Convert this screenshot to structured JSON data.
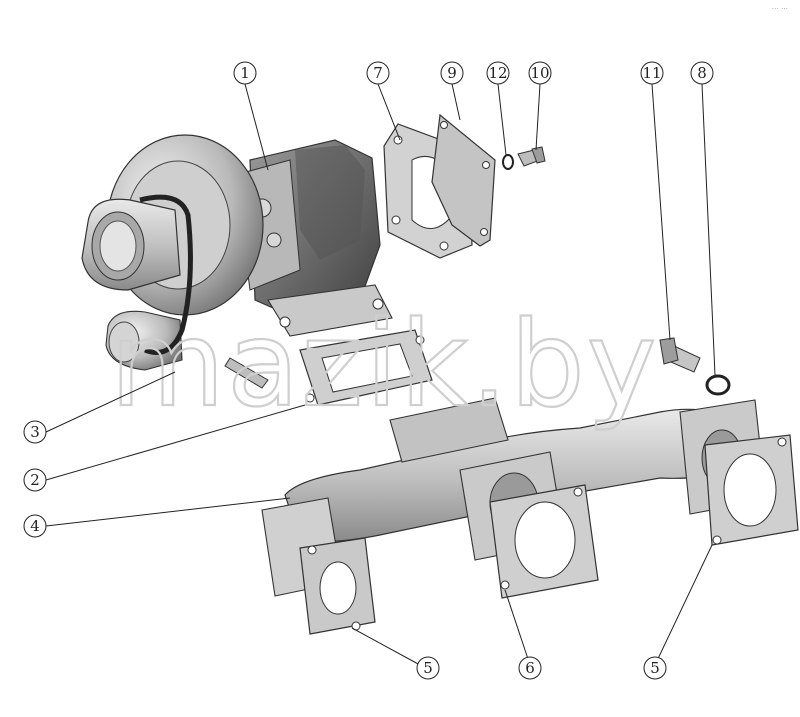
{
  "corner_mark": "… …",
  "watermark": "mazik.by",
  "callouts": [
    {
      "id": "c1",
      "label": "1"
    },
    {
      "id": "c7",
      "label": "7"
    },
    {
      "id": "c9",
      "label": "9"
    },
    {
      "id": "c12",
      "label": "12"
    },
    {
      "id": "c10",
      "label": "10"
    },
    {
      "id": "c11",
      "label": "11"
    },
    {
      "id": "c8",
      "label": "8"
    },
    {
      "id": "c3",
      "label": "3"
    },
    {
      "id": "c2",
      "label": "2"
    },
    {
      "id": "c4",
      "label": "4"
    },
    {
      "id": "c5a",
      "label": "5"
    },
    {
      "id": "c6",
      "label": "6"
    },
    {
      "id": "c5b",
      "label": "5"
    }
  ]
}
